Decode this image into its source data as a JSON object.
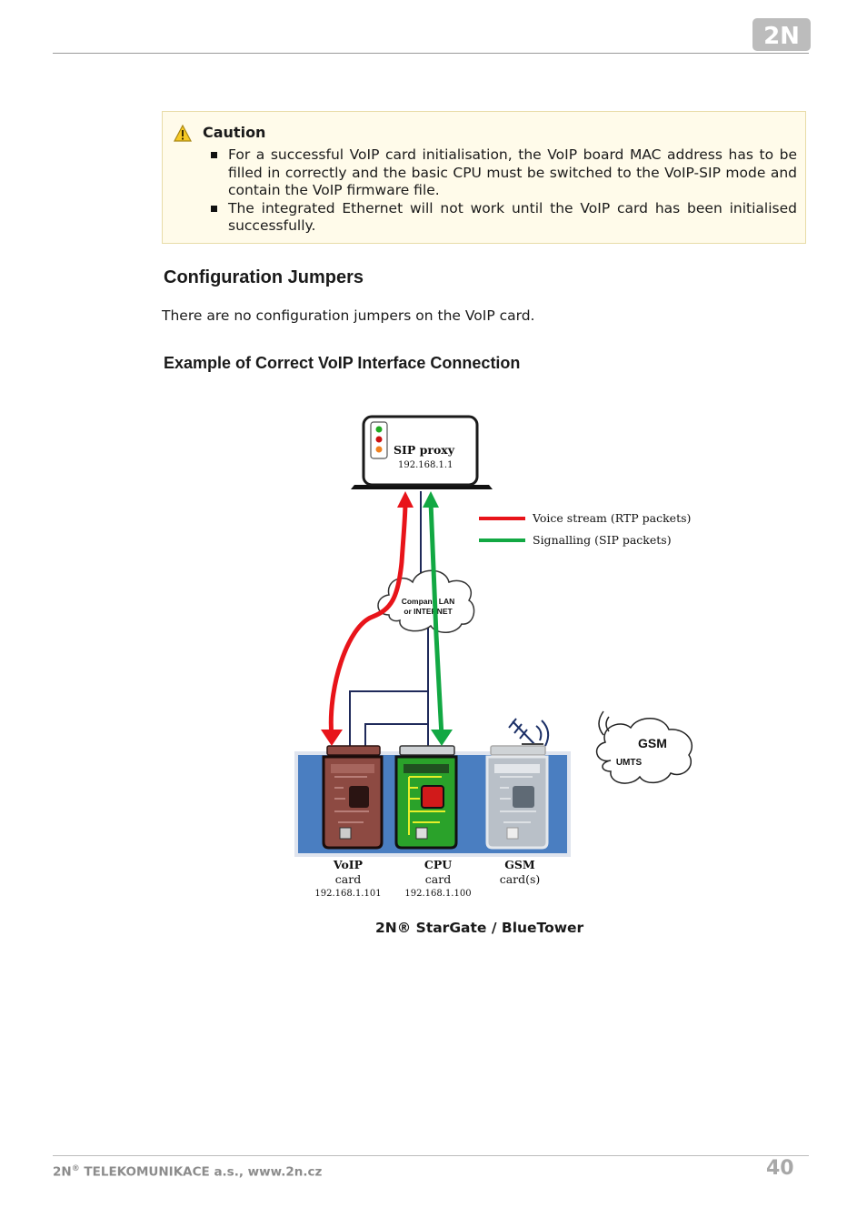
{
  "header": {
    "logo_text": "2N"
  },
  "caution": {
    "title": "Caution",
    "items": [
      "For a successful VoIP card initialisation, the VoIP board MAC address has to be filled in correctly and the basic CPU must be switched to the VoIP-SIP mode and contain the VoIP firmware file.",
      "The integrated Ethernet will not work until the VoIP card has been initialised successfully."
    ]
  },
  "section": {
    "heading": "Configuration Jumpers",
    "body": "There are no configuration jumpers on the VoIP card.",
    "subheading": "Example of Correct VoIP Interface Connection"
  },
  "diagram": {
    "proxy_label": "SIP proxy",
    "proxy_ip": "192.168.1.1",
    "legend": [
      {
        "label": "Voice stream (RTP packets)",
        "color": "#e8141a"
      },
      {
        "label": "Signalling (SIP packets)",
        "color": "#12a843"
      }
    ],
    "lan_cloud_line1": "Company LAN",
    "lan_cloud_line2": "or INTERNET",
    "gsm_cloud_label": "GSM",
    "umts_cloud_label": "UMTS",
    "voip_card": {
      "line1": "VoIP",
      "line2": "card",
      "ip": "192.168.1.101"
    },
    "cpu_card": {
      "line1": "CPU",
      "line2": "card",
      "ip": "192.168.1.100"
    },
    "gsm_card": {
      "line1": "GSM",
      "line2": "card(s)"
    },
    "caption": "2N® StarGate / BlueTower"
  },
  "footer": {
    "company": "TELEKOMUNIKACE a.s., www.2n.cz",
    "brand": "2N",
    "reg_mark": "®",
    "page_number": "40"
  },
  "colors": {
    "voice": "#e8141a",
    "signal": "#12a843",
    "rack": "#4a7ec1",
    "voip_card": "#8d4a42",
    "cpu_card": "#2aa22a",
    "gsm_card": "#b9c0c8"
  }
}
